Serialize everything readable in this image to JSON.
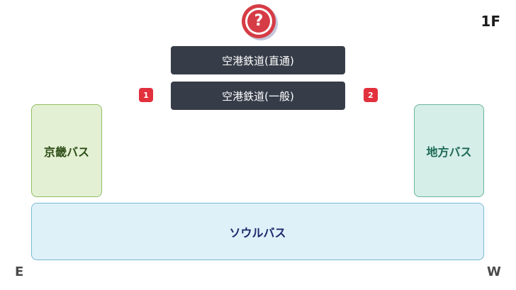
{
  "help": {
    "symbol": "?",
    "icon": "question-mark-icon"
  },
  "floor_label": "1F",
  "rail": {
    "express": "空港鉄道(直通)",
    "general": "空港鉄道(一般)"
  },
  "gates": {
    "left": "1",
    "right": "2"
  },
  "bus": {
    "gyeonggi": "京畿バス",
    "regional": "地方バス",
    "seoul": "ソウルバス"
  },
  "compass": {
    "east": "E",
    "west": "W"
  },
  "colors": {
    "help_red": "#d63c45",
    "rail_dark": "#363c48",
    "gate_red": "#e2303d",
    "gyeonggi_green": "#8fbe60",
    "regional_teal": "#6bb39d",
    "seoul_blue": "#7ab9d4"
  }
}
